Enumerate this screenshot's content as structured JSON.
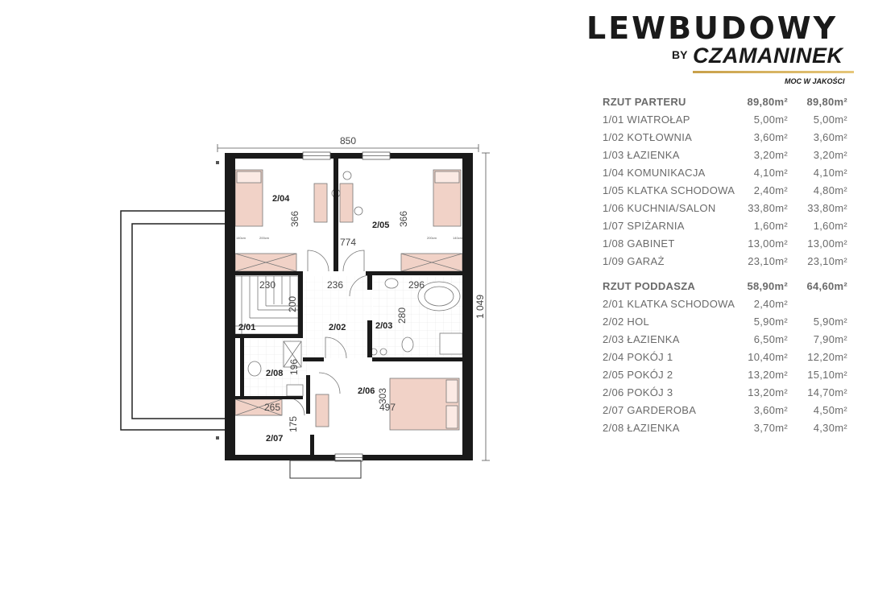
{
  "brand": {
    "name": "LEWBUDOWY",
    "by": "BY",
    "company": "CZAMANINEK",
    "tagline": "MOC W JAKOŚCI"
  },
  "plan": {
    "overall_width": "850",
    "overall_height": "1 049",
    "rooms": {
      "r201": "2/01",
      "r202": "2/02",
      "r203": "2/03",
      "r204": "2/04",
      "r205": "2/05",
      "r206": "2/06",
      "r207": "2/07",
      "r208": "2/08"
    },
    "dims": {
      "d366a": "366",
      "d366b": "366",
      "d774": "774",
      "d230": "230",
      "d236": "236",
      "d296": "296",
      "d200": "200",
      "d280": "280",
      "d196": "196",
      "d303": "303",
      "d497": "497",
      "d265": "265",
      "d175": "175"
    },
    "bed_labels": {
      "l140a": "140cm",
      "l200a": "200cm",
      "l140b": "140cm",
      "l200b": "200cm"
    }
  },
  "ground_floor": {
    "title": "RZUT PARTERU",
    "total_1": "89,80m²",
    "total_2": "89,80m²",
    "rooms": [
      {
        "name": "1/01 WIATROŁAP",
        "a1": "5,00m²",
        "a2": "5,00m²"
      },
      {
        "name": "1/02 KOTŁOWNIA",
        "a1": "3,60m²",
        "a2": "3,60m²"
      },
      {
        "name": "1/03 ŁAZIENKA",
        "a1": "3,20m²",
        "a2": "3,20m²"
      },
      {
        "name": "1/04 KOMUNIKACJA",
        "a1": "4,10m²",
        "a2": "4,10m²"
      },
      {
        "name": "1/05 KLATKA SCHODOWA",
        "a1": "2,40m²",
        "a2": "4,80m²"
      },
      {
        "name": "1/06 KUCHNIA/SALON",
        "a1": "33,80m²",
        "a2": "33,80m²"
      },
      {
        "name": "1/07 SPIŻARNIA",
        "a1": "1,60m²",
        "a2": "1,60m²"
      },
      {
        "name": "1/08 GABINET",
        "a1": "13,00m²",
        "a2": "13,00m²"
      },
      {
        "name": "1/09 GARAŻ",
        "a1": "23,10m²",
        "a2": "23,10m²"
      }
    ]
  },
  "attic": {
    "title": "RZUT PODDASZA",
    "total_1": "58,90m²",
    "total_2": "64,60m²",
    "rooms": [
      {
        "name": "2/01 KLATKA SCHODOWA",
        "a1": "2,40m²",
        "a2": ""
      },
      {
        "name": "2/02 HOL",
        "a1": "5,90m²",
        "a2": "5,90m²"
      },
      {
        "name": "2/03 ŁAZIENKA",
        "a1": "6,50m²",
        "a2": "7,90m²"
      },
      {
        "name": "2/04 POKÓJ 1",
        "a1": "10,40m²",
        "a2": "12,20m²"
      },
      {
        "name": "2/05 POKÓJ 2",
        "a1": "13,20m²",
        "a2": "15,10m²"
      },
      {
        "name": "2/06 POKÓJ 3",
        "a1": "13,20m²",
        "a2": "14,70m²"
      },
      {
        "name": "2/07 GARDEROBA",
        "a1": "3,60m²",
        "a2": "4,50m²"
      },
      {
        "name": "2/08 ŁAZIENKA",
        "a1": "3,70m²",
        "a2": "4,30m²"
      }
    ]
  }
}
